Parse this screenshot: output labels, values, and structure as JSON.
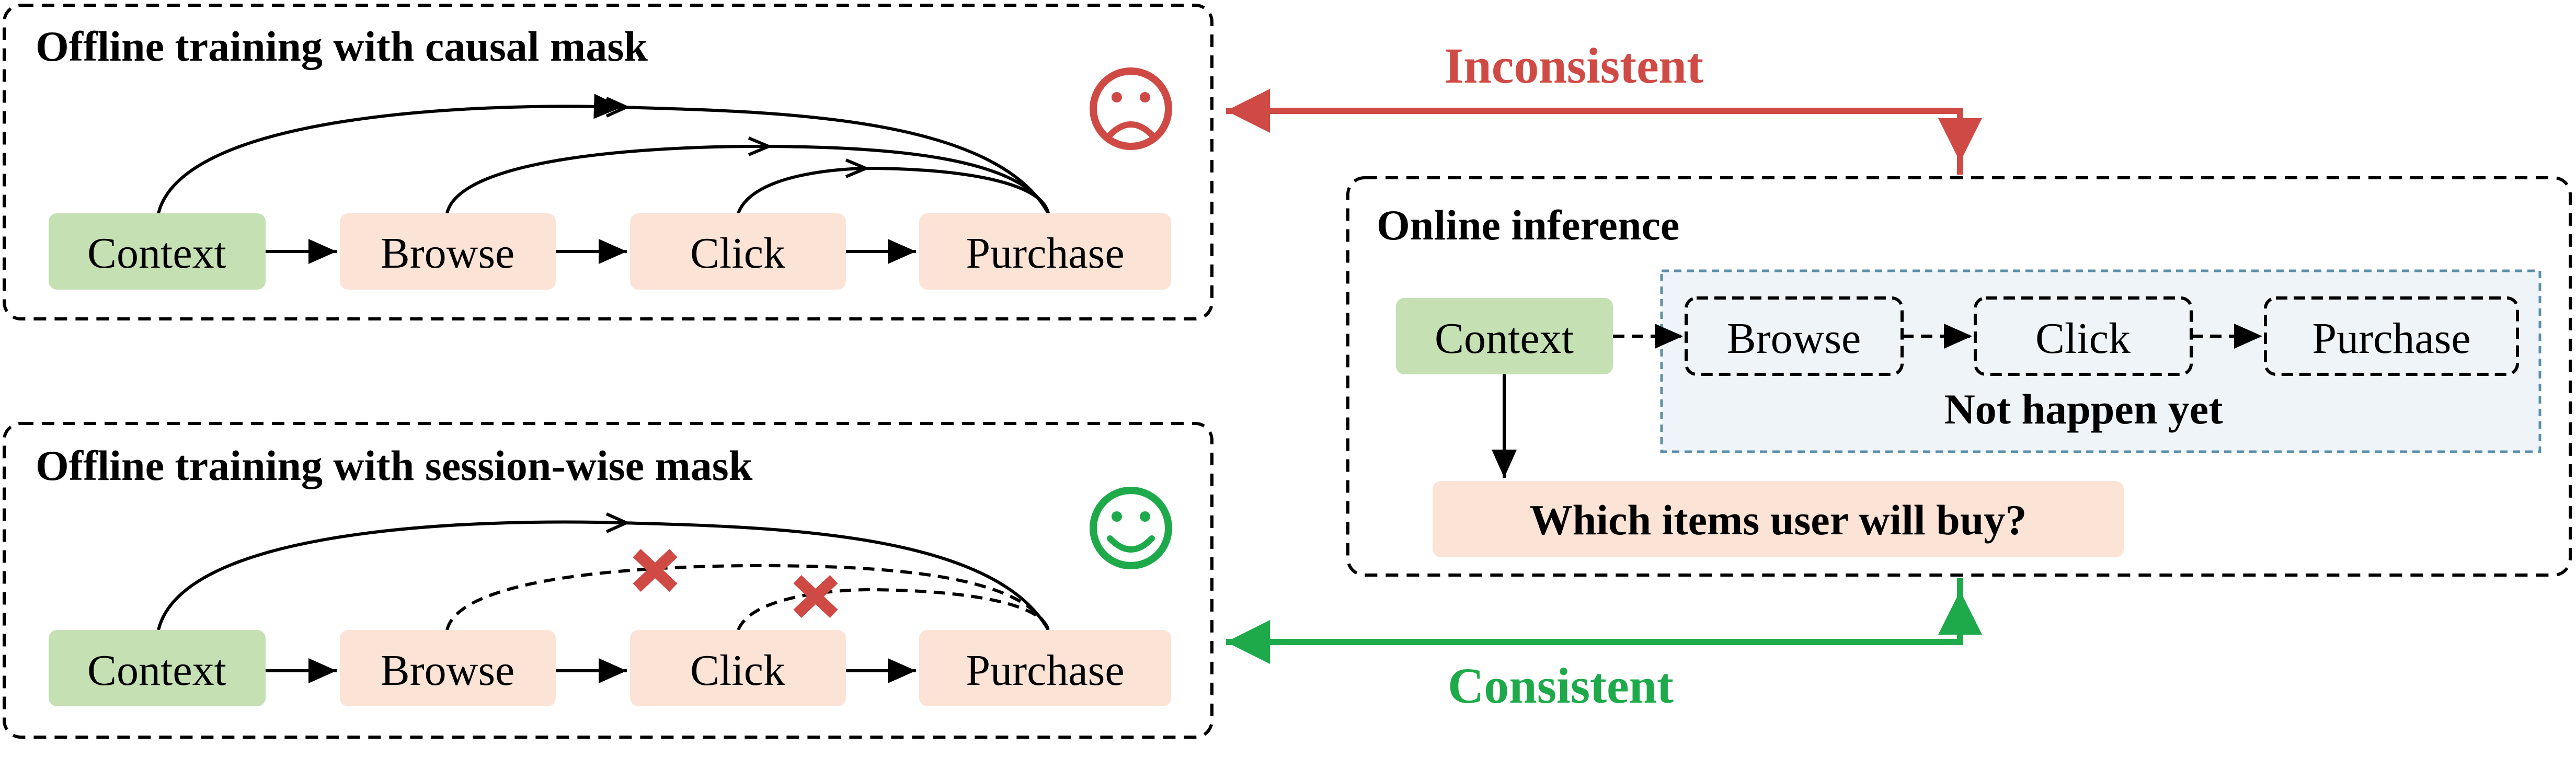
{
  "colors": {
    "context_fill": "#c5e0b3",
    "behavior_fill": "#fbe3d6",
    "future_region_fill": "#eef4f8",
    "future_region_border": "#5b8fa8",
    "inconsistent": "#d04a45",
    "consistent": "#1eaa4b",
    "line": "#000000"
  },
  "causal_panel": {
    "title": "Offline training with causal mask",
    "face": "sad-face",
    "nodes": {
      "context": "Context",
      "browse": "Browse",
      "click": "Click",
      "purchase": "Purchase"
    }
  },
  "session_panel": {
    "title": "Offline training with session-wise mask",
    "face": "happy-face",
    "nodes": {
      "context": "Context",
      "browse": "Browse",
      "click": "Click",
      "purchase": "Purchase"
    }
  },
  "online_panel": {
    "title": "Online inference",
    "nodes": {
      "context": "Context",
      "browse": "Browse",
      "click": "Click",
      "purchase": "Purchase"
    },
    "future_label": "Not happen yet",
    "question": "Which items user will buy?"
  },
  "links": {
    "inconsistent": "Inconsistent",
    "consistent": "Consistent"
  }
}
